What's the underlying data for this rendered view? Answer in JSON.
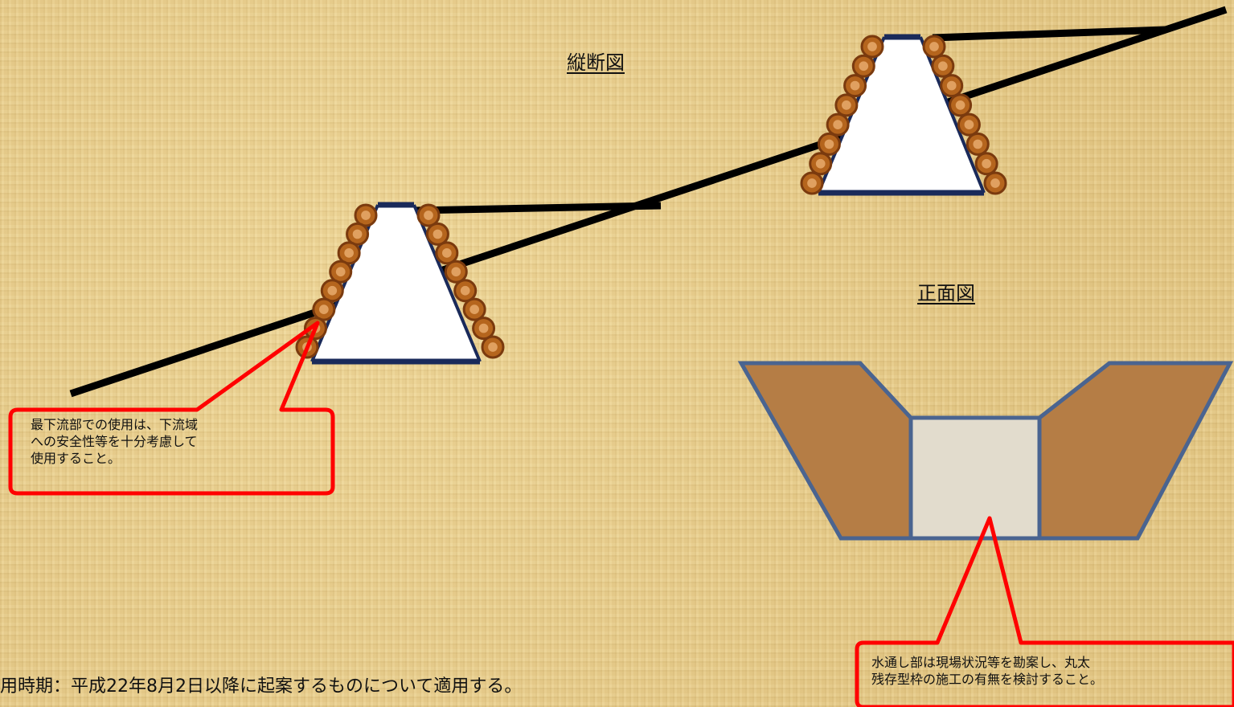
{
  "headings": {
    "longitudinal_view": "縦断図",
    "front_view": "正面図"
  },
  "callouts": {
    "downstream_note": "最下流部での使用は、下流域\nへの安全性等を十分考慮して\n使用すること。",
    "waterway_note": "水通し部は現場状況等を勘案し、丸太\n残存型枠の施工の有無を検討すること。"
  },
  "footer": {
    "effective_date": "用時期：平成22年8月2日以降に起案するものについて適用する。"
  },
  "colors": {
    "log_fill": "#b5651d",
    "log_stroke": "#7a3a0e",
    "dam_fill": "#ffffff",
    "dam_outline": "#1a2a5a",
    "callout_border": "#ff0000",
    "wing_fill": "#b57d45",
    "wing_outline": "#4a6490",
    "notch_fill": "#e2dccd"
  }
}
